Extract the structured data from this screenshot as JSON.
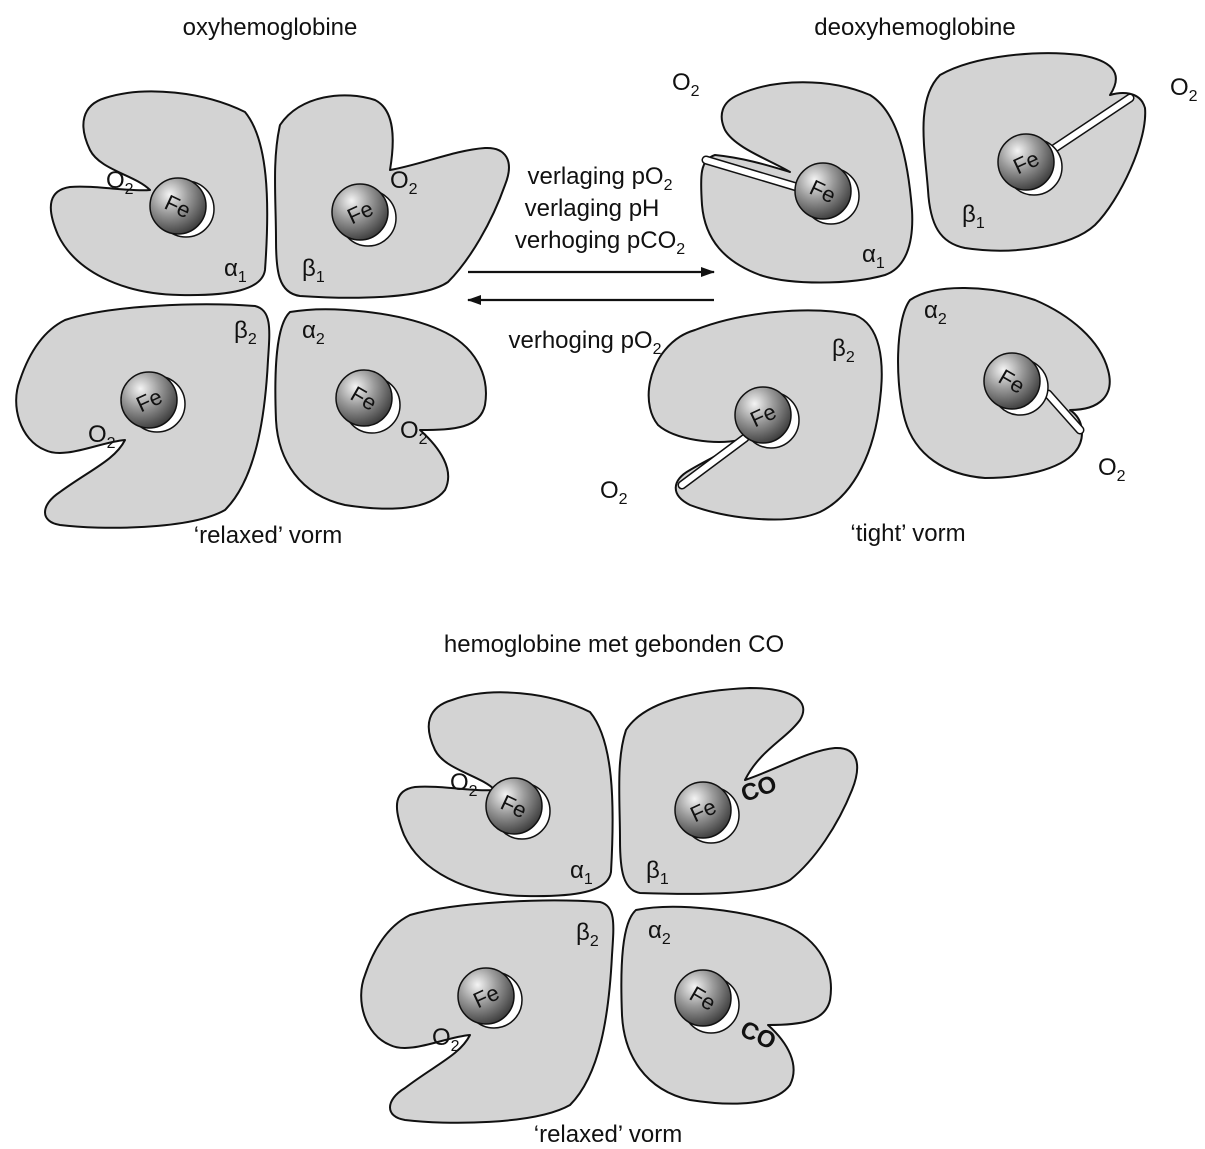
{
  "panels": {
    "oxy": {
      "title": "oxyhemoglobine",
      "form": "‘relaxed’ vorm"
    },
    "deoxy": {
      "title": "deoxyhemoglobine",
      "form": "‘tight’ vorm"
    },
    "co": {
      "title": "hemoglobine met gebonden CO",
      "form": "‘relaxed’ vorm"
    }
  },
  "subunits": {
    "alpha": "α",
    "beta": "β",
    "one": "1",
    "two": "2"
  },
  "ligands": {
    "o": "O",
    "two": "2",
    "co": "CO"
  },
  "heme": {
    "fe": "Fe"
  },
  "arrows": {
    "forward": [
      {
        "base": "verlaging p",
        "main": "O",
        "sub": "2"
      },
      {
        "base": "verlaging pH",
        "main": "",
        "sub": ""
      },
      {
        "base": "verhoging p",
        "main": "CO",
        "sub": "2"
      }
    ],
    "backward": [
      {
        "base": "verhoging p",
        "main": "O",
        "sub": "2"
      }
    ]
  },
  "colors": {
    "protein": "#d3d3d3",
    "outline": "#111111",
    "heme_light": "#f2f2f2",
    "heme_dark": "#3c3c3c"
  }
}
